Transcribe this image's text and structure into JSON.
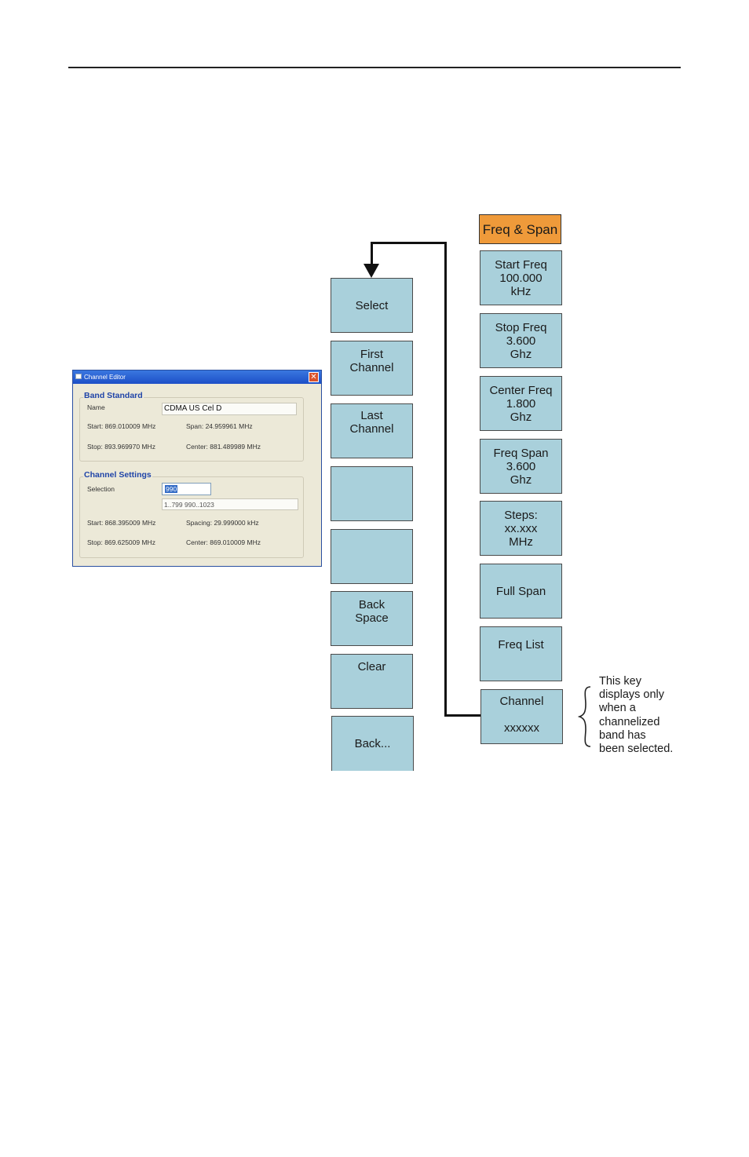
{
  "freq_menu": {
    "title": "Freq & Span",
    "keys": [
      {
        "label": "Start Freq\n100.000\nkHz"
      },
      {
        "label": "Stop Freq\n3.600\nGhz"
      },
      {
        "label": "Center Freq\n1.800\nGhz"
      },
      {
        "label": "Freq Span\n3.600\nGhz"
      },
      {
        "label": "Steps:\nxx.xxx\nMHz"
      },
      {
        "label": "Full Span"
      },
      {
        "label": "Freq List"
      },
      {
        "label": "Channel\n\nxxxxxx"
      }
    ]
  },
  "channel_menu": {
    "keys": [
      {
        "label": "Select"
      },
      {
        "label": "First\nChannel"
      },
      {
        "label": "Last\nChannel"
      },
      {
        "label": ""
      },
      {
        "label": ""
      },
      {
        "label": "Back\nSpace"
      },
      {
        "label": "Clear"
      },
      {
        "label": "Back..."
      }
    ]
  },
  "annotation": "This key\ndisplays only\nwhen a\nchannelized\nband has\nbeen selected.",
  "dialog": {
    "title": "Channel Editor",
    "close_glyph": "✕",
    "band_standard": {
      "title": "Band Standard",
      "name_label": "Name",
      "name_value": "CDMA US Cel D",
      "start": "Start: 869.010009 MHz",
      "span": "Span: 24.959961 MHz",
      "stop": "Stop: 893.969970 MHz",
      "center": "Center: 881.489989 MHz"
    },
    "channel_settings": {
      "title": "Channel Settings",
      "selection_label": "Selection",
      "selection_value": "990",
      "range": "1..799   990..1023",
      "start": "Start: 868.395009 MHz",
      "spacing": "Spacing: 29.999000 kHz",
      "stop": "Stop: 869.625009 MHz",
      "center": "Center: 869.010009 MHz"
    }
  },
  "colors": {
    "key_fill": "#a9d0db",
    "title_fill": "#ef9a3a"
  }
}
